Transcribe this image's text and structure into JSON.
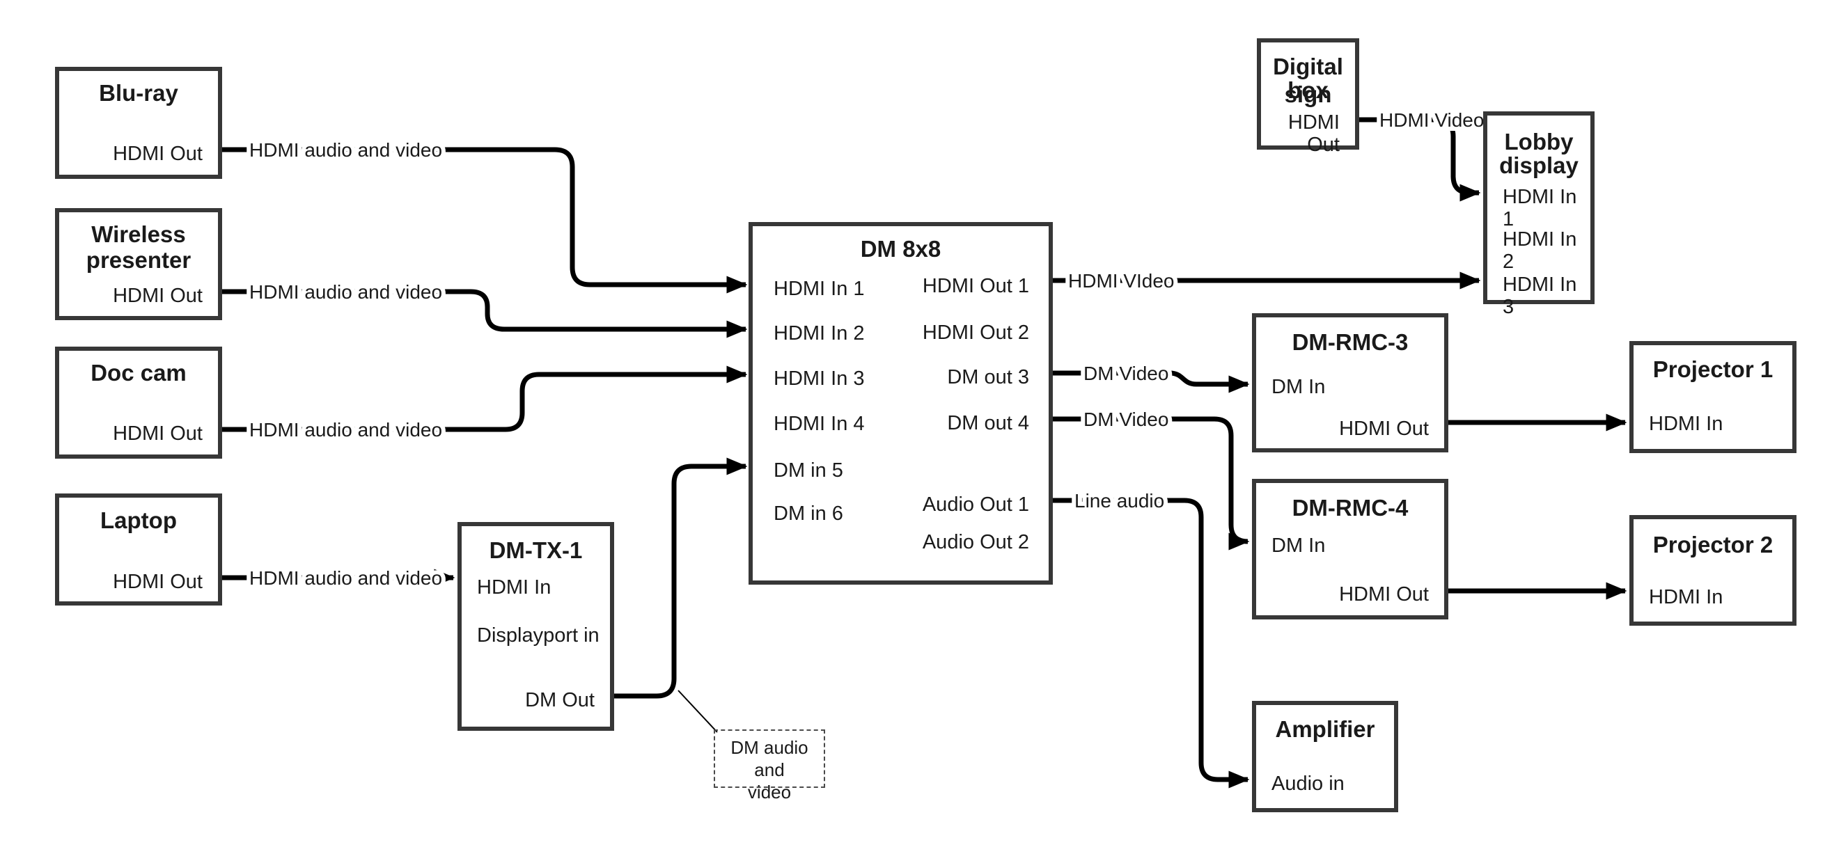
{
  "colors": {
    "wire": "#000000",
    "box_border": "#373737",
    "text": "#1a1a1a",
    "background": "#ffffff"
  },
  "nodes": {
    "bluray": {
      "title": "Blu-ray",
      "ports": {
        "hdmi_out": "HDMI Out"
      }
    },
    "wireless": {
      "title_line1": "Wireless",
      "title_line2": "presenter",
      "ports": {
        "hdmi_out": "HDMI Out"
      }
    },
    "doccam": {
      "title": "Doc cam",
      "ports": {
        "hdmi_out": "HDMI Out"
      }
    },
    "laptop": {
      "title": "Laptop",
      "ports": {
        "hdmi_out": "HDMI Out"
      }
    },
    "dmtx1": {
      "title": "DM-TX-1",
      "ports": {
        "hdmi_in": "HDMI In",
        "displayport_in": "Displayport in",
        "dm_out": "DM Out"
      }
    },
    "dm8x8": {
      "title": "DM 8x8",
      "ports": {
        "in1": "HDMI In 1",
        "in2": "HDMI In 2",
        "in3": "HDMI In 3",
        "in4": "HDMI In 4",
        "in5": "DM in 5",
        "in6": "DM in 6",
        "out1": "HDMI Out 1",
        "out2": "HDMI Out 2",
        "out3": "DM out 3",
        "out4": "DM out 4",
        "aout1": "Audio Out 1",
        "aout2": "Audio Out 2"
      }
    },
    "digitalsign": {
      "title_line1": "Digital sign",
      "title_line2": "box",
      "ports": {
        "hdmi_out": "HDMI Out"
      }
    },
    "lobby": {
      "title_line1": "Lobby",
      "title_line2": "display",
      "ports": {
        "in1": "HDMI In 1",
        "in2": "HDMI In 2",
        "in3": "HDMI In 3"
      }
    },
    "dmrmc3": {
      "title": "DM-RMC-3",
      "ports": {
        "dm_in": "DM In",
        "hdmi_out": "HDMI Out"
      }
    },
    "dmrmc4": {
      "title": "DM-RMC-4",
      "ports": {
        "dm_in": "DM In",
        "hdmi_out": "HDMI Out"
      }
    },
    "proj1": {
      "title": "Projector 1",
      "ports": {
        "hdmi_in": "HDMI In"
      }
    },
    "proj2": {
      "title": "Projector 2",
      "ports": {
        "hdmi_in": "HDMI In"
      }
    },
    "amplifier": {
      "title": "Amplifier",
      "ports": {
        "audio_in": "Audio in"
      }
    }
  },
  "wires": [
    {
      "from": "Blu-ray HDMI Out",
      "to": "DM 8x8 HDMI In 1",
      "label": "HDMI audio and video"
    },
    {
      "from": "Wireless presenter HDMI Out",
      "to": "DM 8x8 HDMI In 2",
      "label": "HDMI audio and video"
    },
    {
      "from": "Doc cam HDMI Out",
      "to": "DM 8x8 HDMI In 3",
      "label": "HDMI audio and video"
    },
    {
      "from": "Laptop HDMI Out",
      "to": "DM-TX-1 HDMI In",
      "label": "HDMI audio and video"
    },
    {
      "from": "DM-TX-1 DM Out",
      "to": "DM 8x8 DM in 5",
      "label": ""
    },
    {
      "from": "DM 8x8 HDMI Out 1",
      "to": "Lobby display HDMI In 3",
      "label": "HDMI VIdeo"
    },
    {
      "from": "Digital sign box HDMI Out",
      "to": "Lobby display HDMI In 1",
      "label": "HDMI Video"
    },
    {
      "from": "DM 8x8 DM out 3",
      "to": "DM-RMC-3 DM In",
      "label": "DM Video"
    },
    {
      "from": "DM 8x8 DM out 4",
      "to": "DM-RMC-4 DM In",
      "label": "DM Video"
    },
    {
      "from": "DM 8x8 Audio Out 1",
      "to": "Amplifier Audio in",
      "label": "Line audio"
    },
    {
      "from": "DM-RMC-3 HDMI Out",
      "to": "Projector 1 HDMI In",
      "label": ""
    },
    {
      "from": "DM-RMC-4 HDMI Out",
      "to": "Projector 2 HDMI In",
      "label": ""
    }
  ],
  "callout": {
    "line1": "DM audio and",
    "line2": "video"
  }
}
